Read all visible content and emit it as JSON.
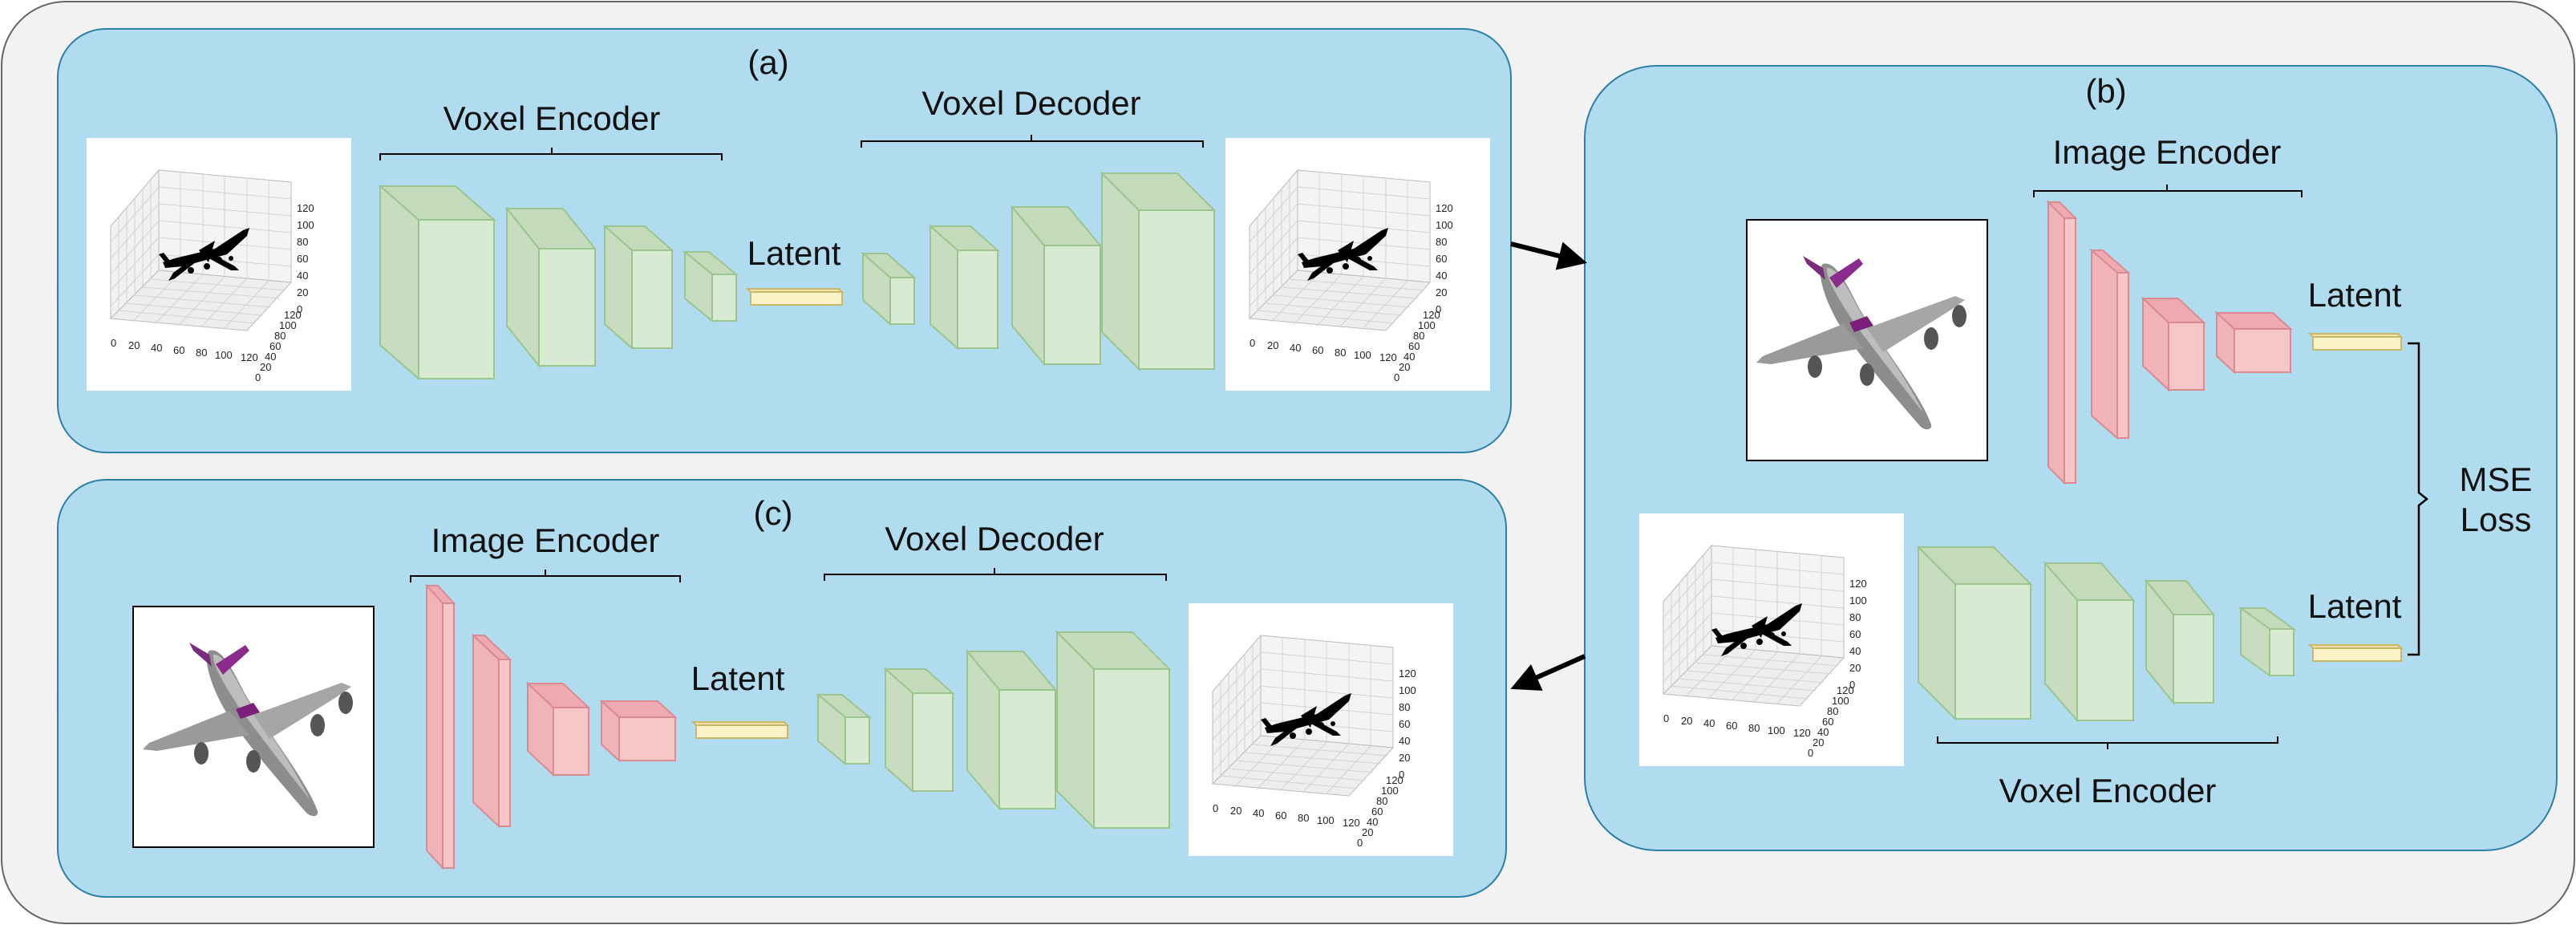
{
  "panels": {
    "a": {
      "tag": "(a)",
      "encoder_label": "Voxel Encoder",
      "decoder_label": "Voxel Decoder",
      "latent_label": "Latent"
    },
    "b": {
      "tag": "(b)",
      "image_encoder_label": "Image Encoder",
      "voxel_encoder_label": "Voxel Encoder",
      "latent_top_label": "Latent",
      "latent_bottom_label": "Latent",
      "loss_line1": "MSE",
      "loss_line2": "Loss"
    },
    "c": {
      "tag": "(c)",
      "image_encoder_label": "Image Encoder",
      "decoder_label": "Voxel Decoder",
      "latent_label": "Latent"
    }
  },
  "voxel_plot": {
    "z_ticks": [
      "120",
      "100",
      "80",
      "60",
      "40",
      "20",
      "0"
    ],
    "x_ticks": [
      "0",
      "20",
      "40",
      "60",
      "80",
      "100",
      "120"
    ],
    "y_ticks": [
      "120",
      "100",
      "80",
      "60",
      "40",
      "20",
      "0"
    ]
  },
  "colors": {
    "outer_bg": "#f2f2f2",
    "panel_bg": "#b1dcef",
    "panel_border": "#2d7fa8",
    "voxel_block": "#d7ead2",
    "image_block": "#f6c6c9",
    "latent_block": "#fbf2c7",
    "arrow": "#000000"
  }
}
